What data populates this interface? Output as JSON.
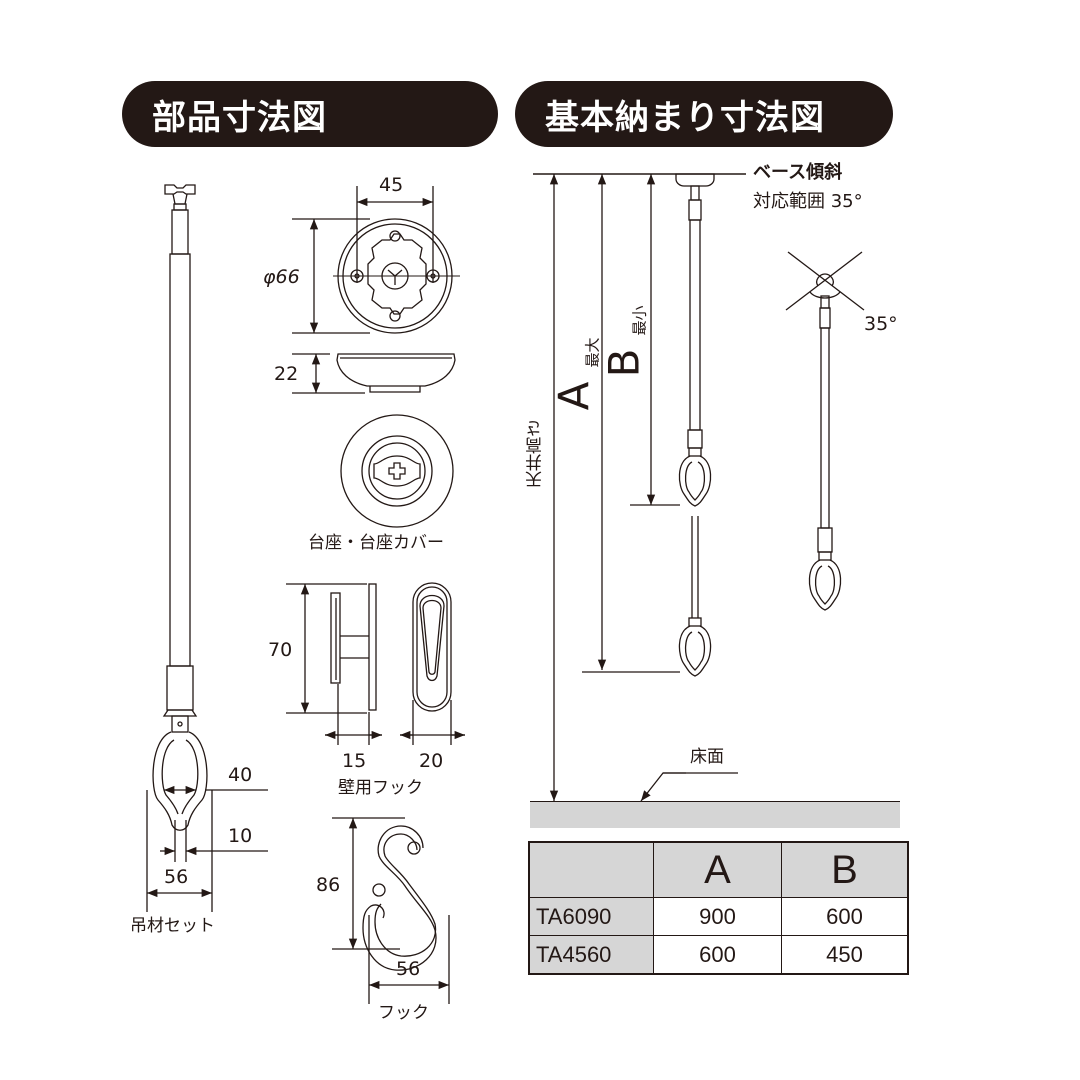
{
  "sections": {
    "parts": {
      "title": "部品寸法図"
    },
    "installation": {
      "title": "基本納まり寸法図"
    }
  },
  "parts": {
    "base": {
      "width_label": "45",
      "diameter_label": "φ66",
      "height_label": "22",
      "caption": "台座・台座カバー"
    },
    "wall_hook": {
      "height_label": "70",
      "depth_label": "15",
      "width_label": "20",
      "caption": "壁用フック"
    },
    "hook": {
      "height_label": "86",
      "width_label": "56",
      "caption": "フック"
    },
    "hanger_set": {
      "inner_width_label": "40",
      "gap_label": "10",
      "outer_width_label": "56",
      "caption": "吊材セット"
    }
  },
  "installation": {
    "ceiling_height_label": "天井高さ",
    "a_label": "A",
    "a_sub": "最大",
    "b_label": "B",
    "b_sub": "最小",
    "floor_label": "床面",
    "tilt_title": "ベース傾斜",
    "tilt_range": "対応範囲 35°",
    "tilt_angle": "35°"
  },
  "table": {
    "headers": [
      "",
      "A",
      "B"
    ],
    "rows": [
      {
        "model": "TA6090",
        "a": "900",
        "b": "600"
      },
      {
        "model": "TA4560",
        "a": "600",
        "b": "450"
      }
    ]
  }
}
